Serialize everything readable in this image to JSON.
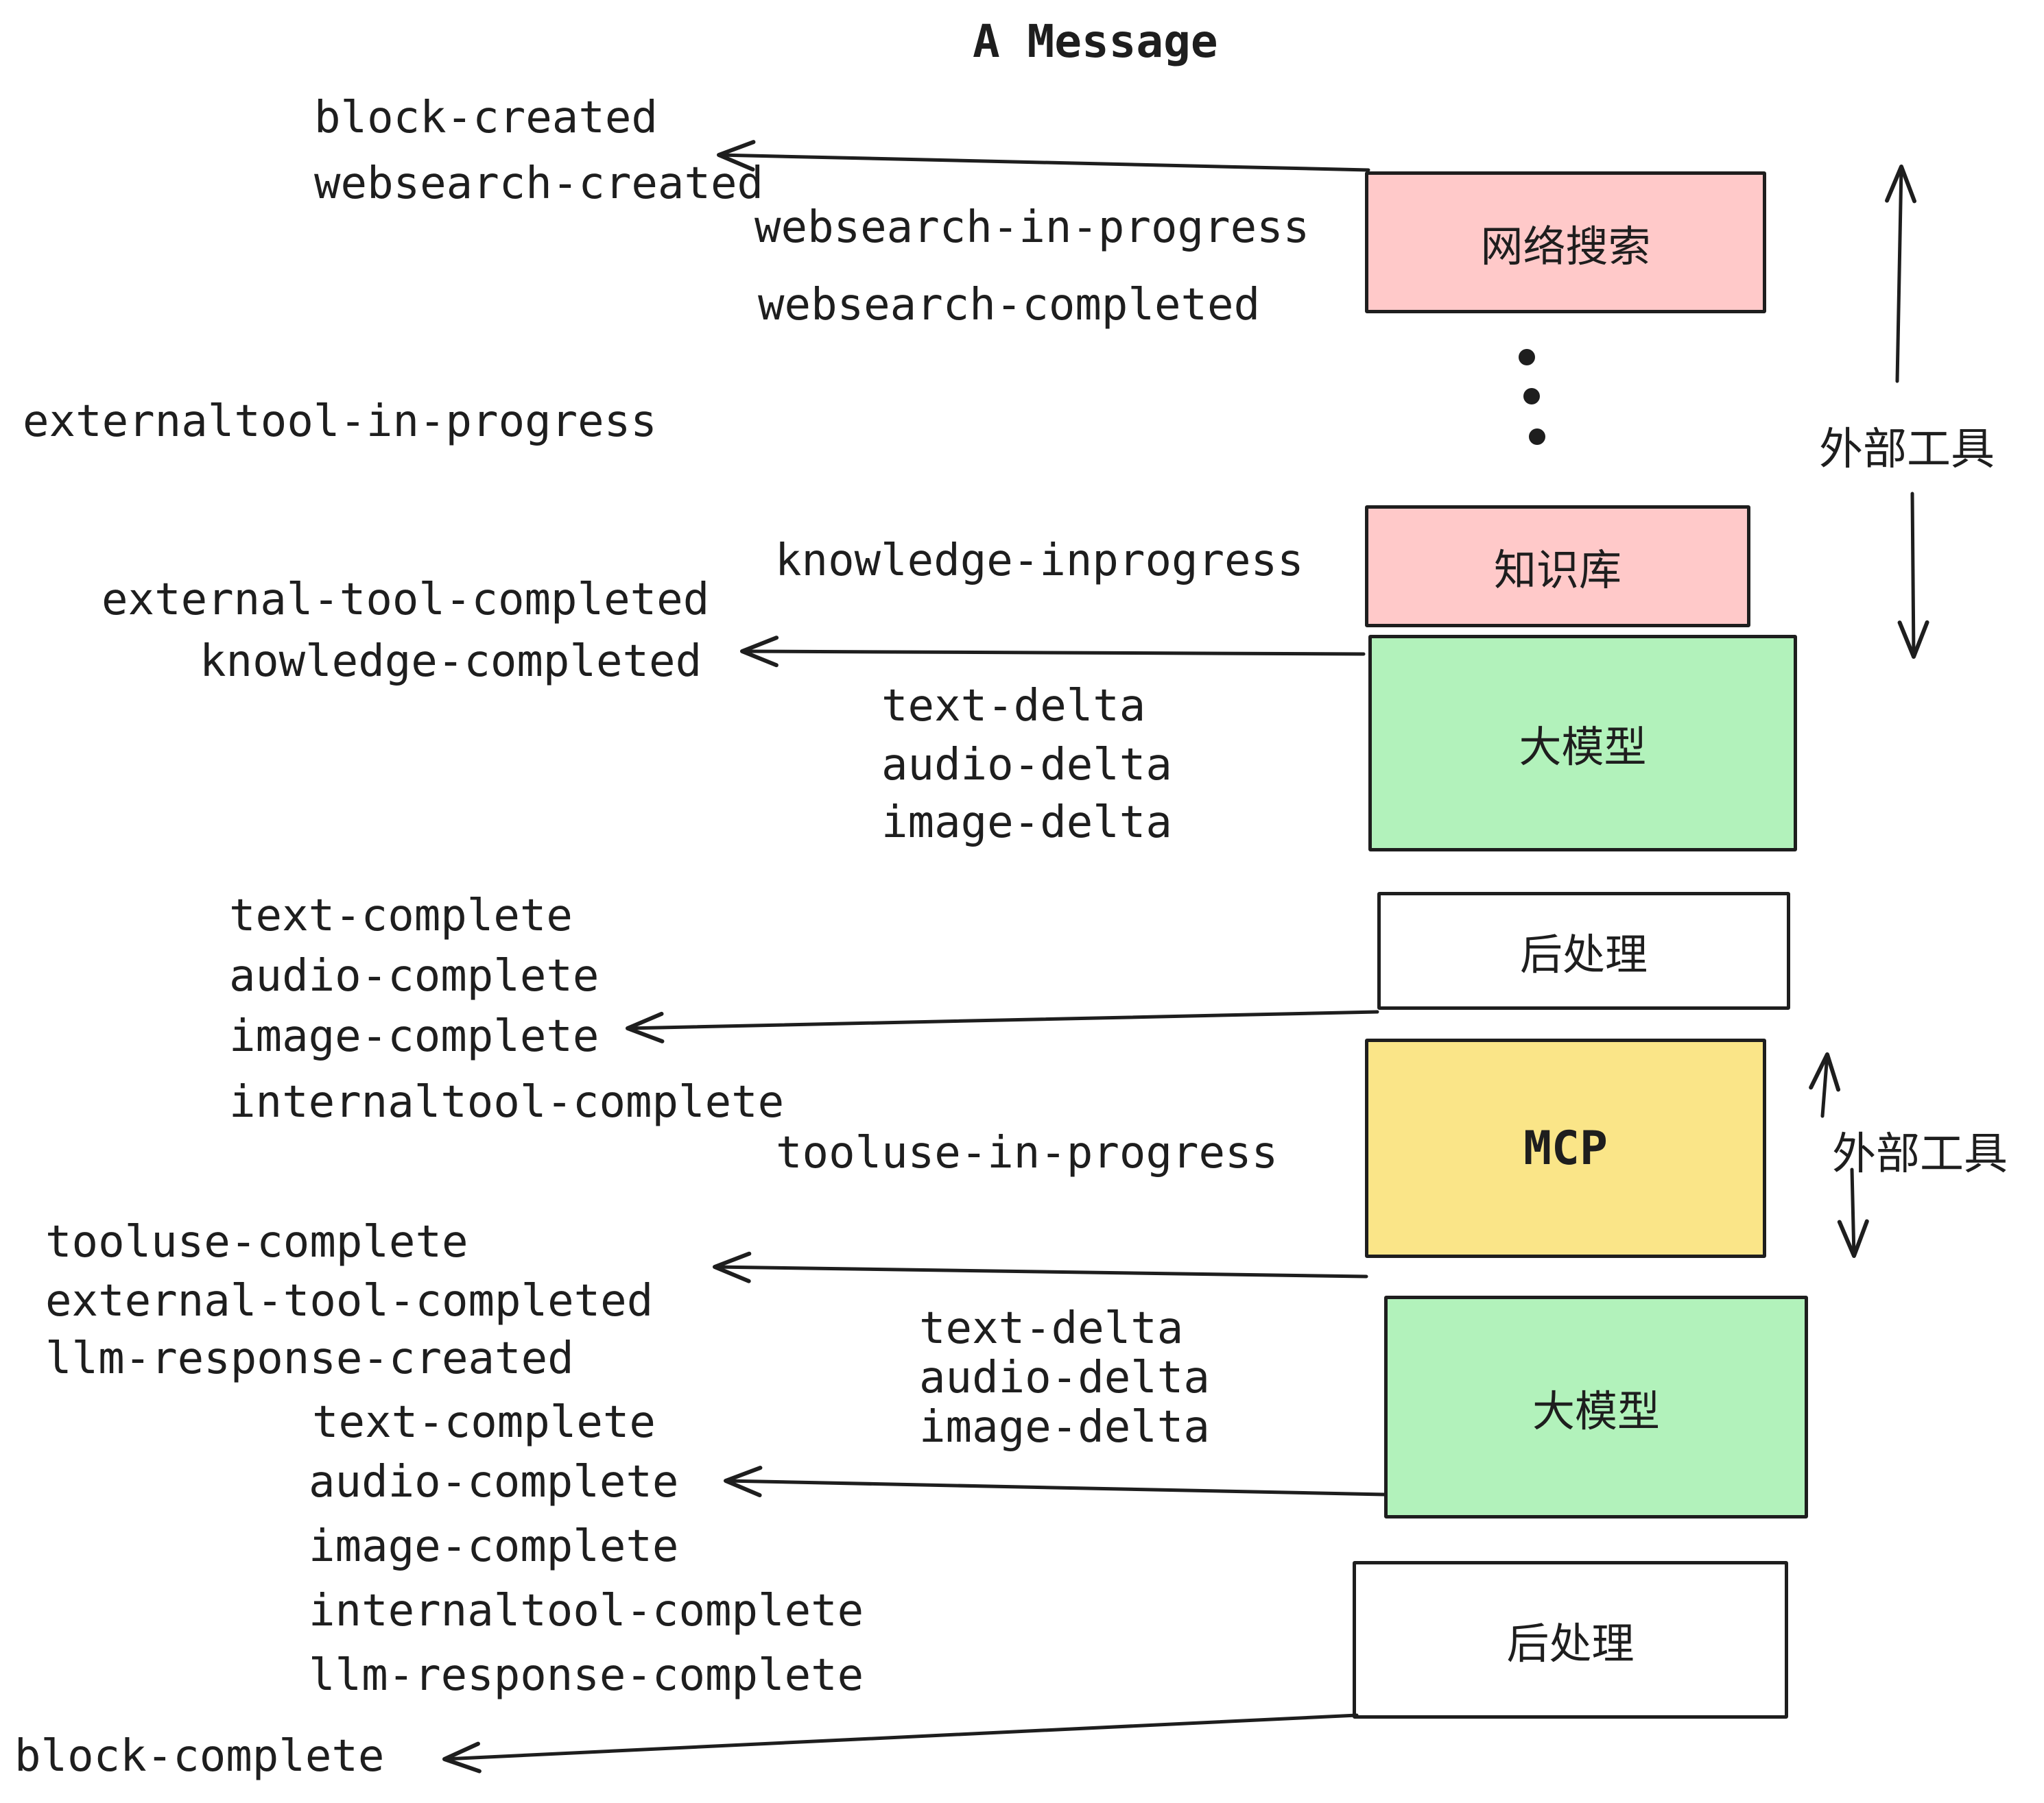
{
  "title": "A Message",
  "colors": {
    "pink": "#FFC9C9",
    "green": "#B2F2BB",
    "yellow": "#FAE588",
    "white": "#FFFFFF",
    "ink": "#1E1E1E"
  },
  "boxes": [
    {
      "id": "websearch",
      "label": "网络搜索",
      "color": "pink"
    },
    {
      "id": "knowledge",
      "label": "知识库",
      "color": "pink"
    },
    {
      "id": "llm-1",
      "label": "大模型",
      "color": "green"
    },
    {
      "id": "postprocess-1",
      "label": "后处理",
      "color": "white"
    },
    {
      "id": "mcp",
      "label": "MCP",
      "color": "yellow"
    },
    {
      "id": "llm-2",
      "label": "大模型",
      "color": "green"
    },
    {
      "id": "postprocess-2",
      "label": "后处理",
      "color": "white"
    }
  ],
  "annotations": {
    "external_tools_top": "外部工具",
    "external_tools_mid": "外部工具",
    "ellipsis": "vertical-dots"
  },
  "events": [
    {
      "text": "block-created"
    },
    {
      "text": "websearch-created"
    },
    {
      "text": "websearch-in-progress"
    },
    {
      "text": "websearch-completed"
    },
    {
      "text": "externaltool-in-progress"
    },
    {
      "text": "knowledge-inprogress"
    },
    {
      "text": "external-tool-completed"
    },
    {
      "text": "knowledge-completed"
    },
    {
      "text": "text-delta"
    },
    {
      "text": "audio-delta"
    },
    {
      "text": "image-delta"
    },
    {
      "text": "text-complete"
    },
    {
      "text": "audio-complete"
    },
    {
      "text": "image-complete"
    },
    {
      "text": "internaltool-complete"
    },
    {
      "text": "tooluse-in-progress"
    },
    {
      "text": "tooluse-complete"
    },
    {
      "text": "external-tool-completed"
    },
    {
      "text": "llm-response-created"
    },
    {
      "text": "text-complete"
    },
    {
      "text": "text-delta"
    },
    {
      "text": "audio-delta"
    },
    {
      "text": "image-delta"
    },
    {
      "text": "audio-complete"
    },
    {
      "text": "image-complete"
    },
    {
      "text": "internaltool-complete"
    },
    {
      "text": "llm-response-complete"
    },
    {
      "text": "block-complete"
    }
  ]
}
